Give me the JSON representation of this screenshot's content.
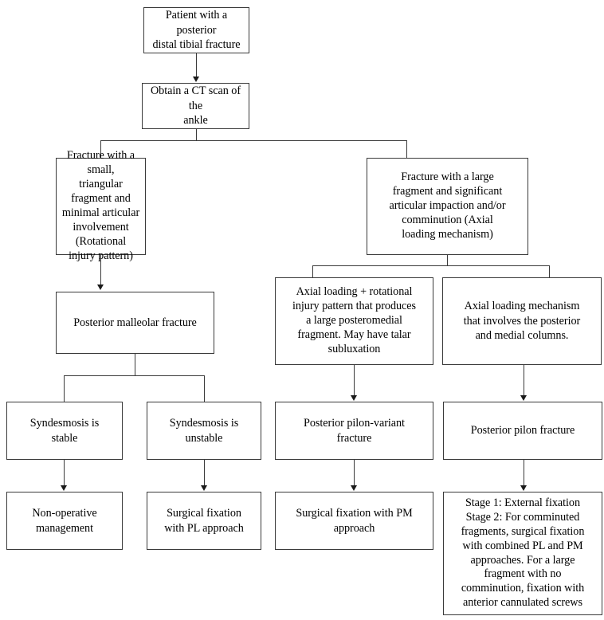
{
  "diagram": {
    "title": "Management algorithm for posterior distal tibial fractures",
    "line_color": "#3a3a3a",
    "text_color": "#000000",
    "background": "#ffffff",
    "nodes": {
      "root": "Patient with a posterior\ndistal tibial fracture",
      "ct": "Obtain a CT scan of the\nankle",
      "small_fragment": "Fracture with a small,\ntriangular fragment and\nminimal articular\ninvolvement (Rotational\ninjury pattern)",
      "large_fragment": "Fracture with a large\nfragment and significant\narticular impaction and/or\ncomminution (Axial\nloading mechanism)",
      "posterior_malleolar": "Posterior malleolar fracture",
      "axial_rotational": "Axial loading + rotational\ninjury pattern that produces\na large posteromedial\nfragment. May have talar\nsubluxation",
      "axial_columns": "Axial loading mechanism\nthat involves the posterior\nand medial columns.",
      "syndesmosis_stable": "Syndesmosis is\nstable",
      "syndesmosis_unstable": "Syndesmosis is\nunstable",
      "pilon_variant": "Posterior pilon-variant\nfracture",
      "pilon_fracture": "Posterior pilon fracture",
      "non_operative": "Non-operative\nmanagement",
      "pl_approach": "Surgical fixation\nwith PL approach",
      "pm_approach": "Surgical fixation with PM\napproach",
      "staged_treatment": "Stage 1: External fixation\nStage 2: For comminuted\nfragments, surgical fixation\nwith combined PL and PM\napproaches. For a large\nfragment with no\ncomminution, fixation with\nanterior cannulated screws"
    }
  }
}
